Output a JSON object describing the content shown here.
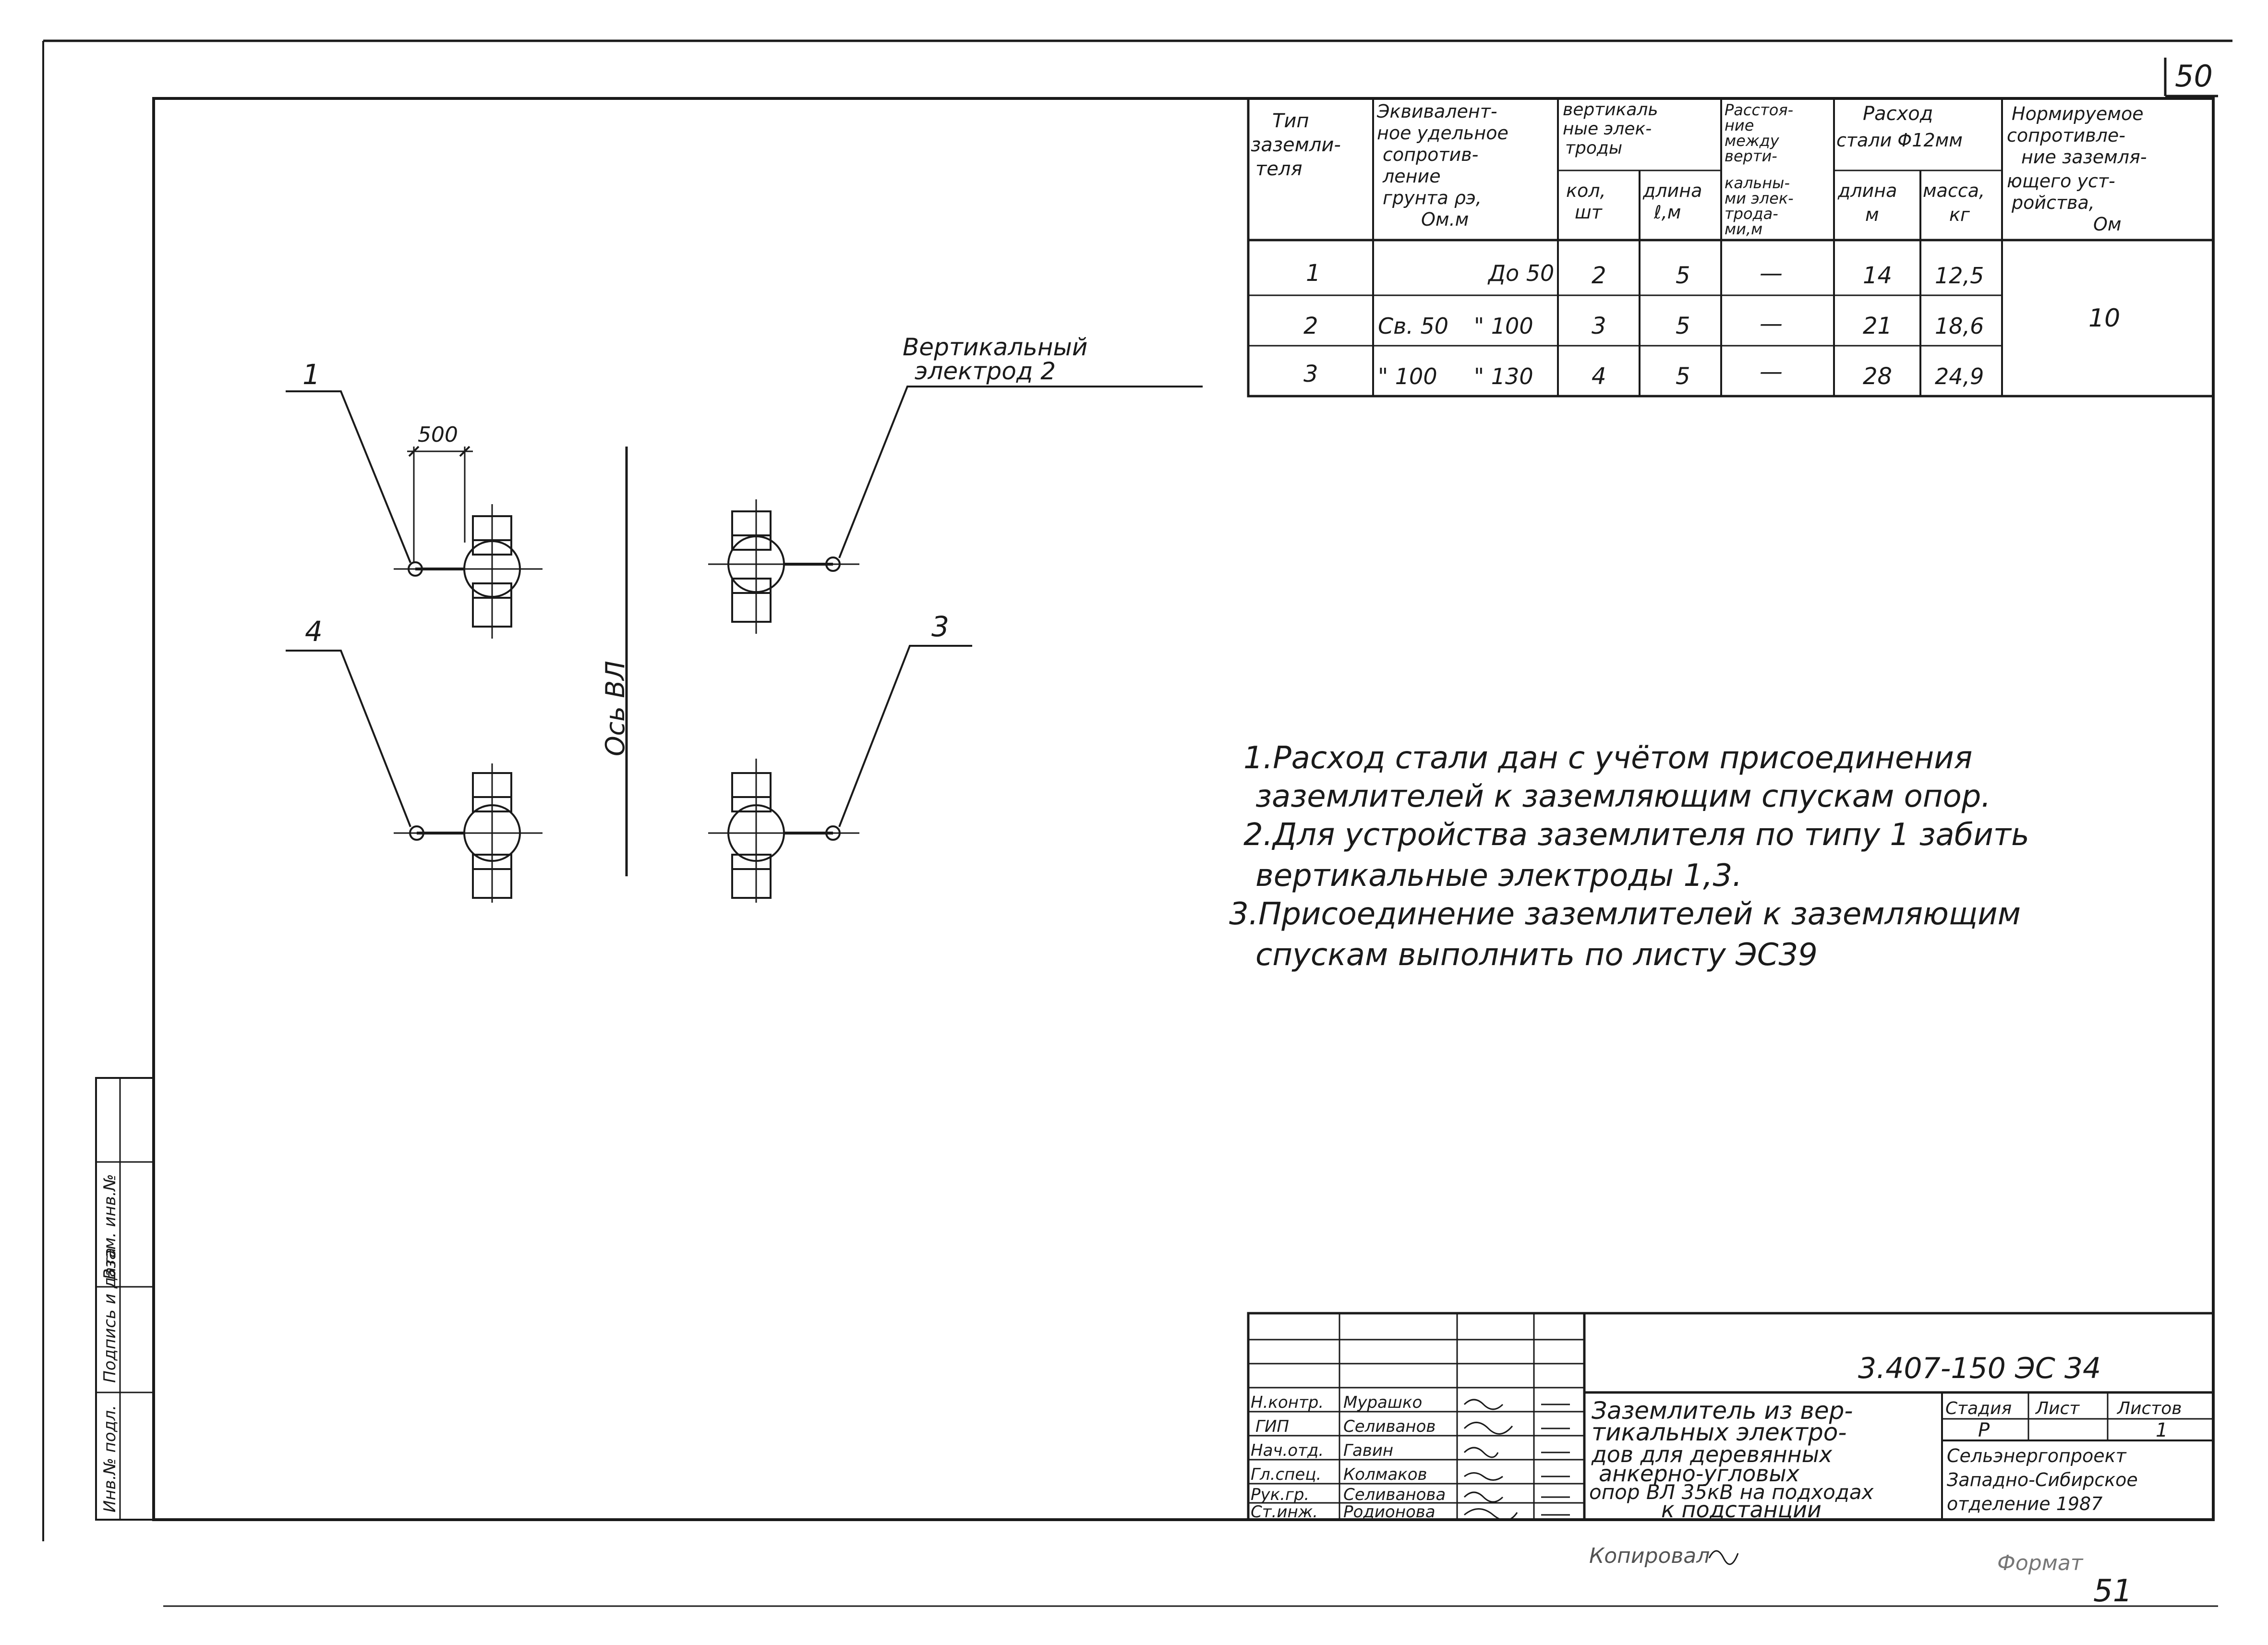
{
  "sheet": {
    "page_number": "50",
    "next_page_number": "51",
    "copy_note": "Копировал",
    "format_note": "Формат"
  },
  "table": {
    "headers": {
      "type": [
        "Тип",
        "заземли-",
        "теля"
      ],
      "resistivity": [
        "Эквивалент-",
        "ное удельное",
        "сопротив-",
        "ление",
        "грунта ρэ,",
        "Ом.м"
      ],
      "electrodes": [
        "вертикаль",
        "ные элек-",
        "троды"
      ],
      "count": [
        "кол,",
        "шт"
      ],
      "length": [
        "длина",
        "ℓ,м"
      ],
      "distance": [
        "Расстоя-",
        "ние",
        "между",
        "верти-",
        "кальны-",
        "ми элек-",
        "трода-",
        "ми,м"
      ],
      "steel": [
        "Расход",
        "стали Φ12мм"
      ],
      "steel_length": [
        "длина",
        "м"
      ],
      "steel_mass": [
        "масса,",
        "кг"
      ],
      "resistance": [
        "Нормируемое",
        "сопротивле-",
        "ние заземля-",
        "ющего уст-",
        "ройства,",
        "Ом"
      ]
    },
    "rows": [
      {
        "type": "1",
        "res_a": "",
        "res_b": "До 50",
        "count": "2",
        "length": "5",
        "distance": "—",
        "steel_length": "14",
        "steel_mass": "12,5"
      },
      {
        "type": "2",
        "res_a": "Св. 50",
        "res_b": "\" 100",
        "count": "3",
        "length": "5",
        "distance": "—",
        "steel_length": "21",
        "steel_mass": "18,6"
      },
      {
        "type": "3",
        "res_a": "\" 100",
        "res_b": "\" 130",
        "count": "4",
        "length": "5",
        "distance": "—",
        "steel_length": "28",
        "steel_mass": "24,9"
      }
    ],
    "resistance_value": "10"
  },
  "drawing": {
    "callouts": [
      "1",
      "2",
      "3",
      "4"
    ],
    "electrode_label": [
      "Вертикальный",
      "электрод 2"
    ],
    "dimension": "500",
    "axis_label": "Ось ВЛ"
  },
  "notes": [
    "1.Расход стали дан с учётом присоединения",
    "заземлителей к заземляющим спускам опор.",
    "2.Для устройства заземлителя по типу 1 забить",
    "вертикальные электроды 1,3.",
    "3.Присоединение заземлителей к заземляющим",
    "спускам выполнить по листу ЭС39"
  ],
  "side_stamp": [
    "Инв.№ подл.",
    "Подпись и дата",
    "Взам. инв.№"
  ],
  "title_block": {
    "designation": "3.407-150 ЭС 34",
    "roles": [
      "Н.контр.",
      "ГИП",
      "Нач.отд.",
      "Гл.спец.",
      "Рук.гр.",
      "Ст.инж."
    ],
    "names": [
      "Мурашко",
      "Селиванов",
      "Гавин",
      "Колмаков",
      "Селиванова",
      "Родионова"
    ],
    "title": [
      "Заземлитель из вер-",
      "тикальных электро-",
      "дов для деревянных",
      "анкерно-угловых",
      "опор ВЛ 35кВ на подходах",
      "к подстанции"
    ],
    "stage_label": "Стадия",
    "sheet_label": "Лист",
    "sheets_label": "Листов",
    "stage": "Р",
    "sheets": "1",
    "organization": [
      "Сельэнергопроект",
      "Западно-Сибирское",
      "отделение 1987"
    ]
  }
}
